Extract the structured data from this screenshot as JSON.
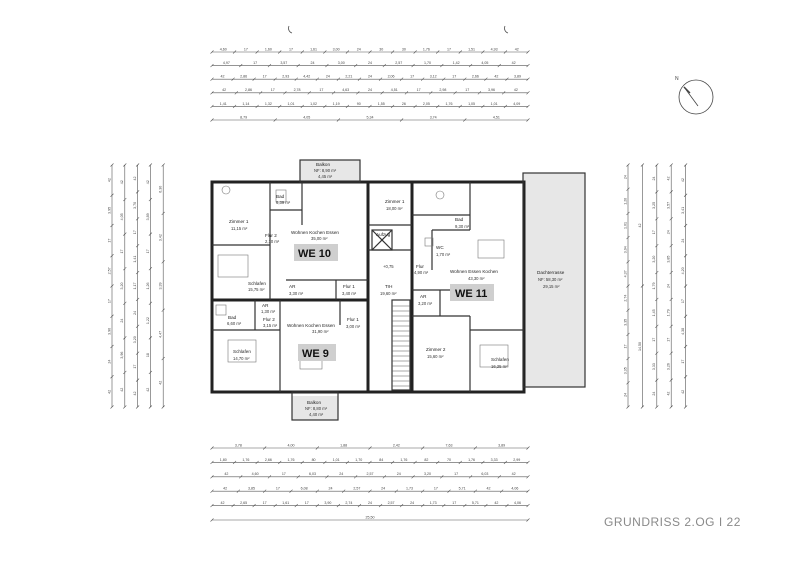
{
  "sheet_title": "GRUNDRISS 2.OG I 22",
  "units": {
    "we10": "WE 10",
    "we11": "WE 11",
    "we9": "WE 9"
  },
  "rooms": {
    "balkon_top_name": "Balkon",
    "balkon_top_area1": "NF: 8,90 m²",
    "balkon_top_area2": "4,45 m²",
    "zimmer1_left_name": "Zimmer 1",
    "zimmer1_left_area": "11,15 m²",
    "bad_we10_name": "Bad",
    "bad_we10_area": "6,39 m²",
    "wohnen_we10_name": "Wohnen Kochen Essen",
    "wohnen_we10_area": "35,00 m²",
    "flur2_we10_name": "Flur 2",
    "flur2_we10_area": "2,10 m²",
    "schlafen_we10_name": "Schlafen",
    "schlafen_we10_area": "15,75 m²",
    "abst_we10_name": "AR",
    "abst_we10_area": "3,30 m²",
    "flur1_we10_name": "Flur 1",
    "flur1_we10_area": "3,40 m²",
    "zimmer1_mid_name": "Zimmer 1",
    "zimmer1_mid_area": "18,00 m²",
    "aufzug_name": "Aufzug",
    "th_level": "+0,75",
    "th_name": "TrH",
    "th_area": "19,60 m²",
    "flur_we11_name": "Flur",
    "flur_we11_area": "4,90 m²",
    "bad_we11_name": "Bad",
    "bad_we11_area": "9,30 m²",
    "wc_we11_name": "WC",
    "wc_we11_area": "1,70 m²",
    "wohnen_we11_name": "Wohnen Essen Kochen",
    "wohnen_we11_area": "43,30 m²",
    "ar_we11_name": "AR",
    "ar_we11_area": "3,20 m²",
    "zimmer2_name": "Zimmer 2",
    "zimmer2_area": "15,60 m²",
    "schlafen_we11_name": "Schlafen",
    "schlafen_we11_area": "16,25 m²",
    "dachterrasse_name": "Dachterrasse",
    "dachterrasse_area1": "NF: 58,30 m²",
    "dachterrasse_area2": "29,15 m²",
    "bad_we9_name": "Bad",
    "bad_we9_area": "6,60 m²",
    "ar_we9_name": "AR",
    "ar_we9_area": "1,30 m²",
    "flur2_we9_name": "Flur 2",
    "flur2_we9_area": "3,15 m²",
    "wohnen_we9_name": "Wohnen Kochen Essen",
    "wohnen_we9_area": "31,90 m²",
    "flur1_we9_name": "Flur 1",
    "flur1_we9_area": "3,00 m²",
    "schlafen_we9_name": "Schlafen",
    "schlafen_we9_area": "14,70 m²",
    "balkon_bot_name": "Balkon",
    "balkon_bot_area1": "NF: 8,80 m²",
    "balkon_bot_area2": "4,40 m²"
  },
  "dims": {
    "top": [
      [
        "4,60",
        "17",
        "1,60",
        "17",
        "1,61",
        "3,00",
        "24",
        "30",
        "30",
        "1,76",
        "17",
        "1,51",
        "4,93",
        "42"
      ],
      [
        "4,97",
        "17",
        "3,57",
        "24",
        "3,00",
        "24",
        "2,57",
        "1,70",
        "1,42",
        "4,05",
        "42"
      ],
      [
        "42",
        "2,86",
        "17",
        "2,93",
        "4,42",
        "24",
        "2,21",
        "24",
        "2,06",
        "17",
        "3,12",
        "17",
        "2,66",
        "42",
        "3,89"
      ],
      [
        "42",
        "2,86",
        "17",
        "2,78",
        "17",
        "4,63",
        "24",
        "4,51",
        "17",
        "2,98",
        "17",
        "3,96",
        "42"
      ],
      [
        "1,41",
        "1,14",
        "1,32",
        "1,01",
        "1,02",
        "1,19",
        "90",
        "1,55",
        "26",
        "2,05",
        "1,76",
        "1,05",
        "1,01",
        "4,09"
      ],
      [
        "8,79",
        "4,05",
        "5,34",
        "3,74",
        "4,51"
      ]
    ],
    "bottom": [
      [
        "3,78",
        "4,00",
        "1,88",
        "2,42",
        "7,63",
        "3,89"
      ],
      [
        "1,80",
        "1,76",
        "2,66",
        "1,76",
        "80",
        "1,01",
        "1,70",
        "84",
        "1,76",
        "82",
        "70",
        "1,76",
        "3,33",
        "2,99"
      ],
      [
        "42",
        "4,60",
        "17",
        "6,03",
        "24",
        "2,57",
        "24",
        "3,20",
        "17",
        "6,03",
        "42"
      ],
      [
        "42",
        "3,85",
        "17",
        "6,08",
        "24",
        "2,57",
        "24",
        "1,73",
        "17",
        "5,71",
        "42",
        "4,06"
      ],
      [
        "42",
        "2,65",
        "17",
        "1,61",
        "17",
        "3,90",
        "2,74",
        "24",
        "2,57",
        "24",
        "1,73",
        "17",
        "5,71",
        "42",
        "4,06"
      ],
      [
        "25,50"
      ]
    ],
    "left": [
      [
        "42",
        "3,95",
        "17",
        "2,57",
        "17",
        "3,90",
        "24",
        "42"
      ],
      [
        "42",
        "4,05",
        "17",
        "3,20",
        "24",
        "3,96",
        "42"
      ],
      [
        "42",
        "3,70",
        "17",
        "1,41",
        "1,17",
        "24",
        "3,20",
        "17",
        "42"
      ],
      [
        "42",
        "3,89",
        "17",
        "1,26",
        "1,22",
        "18",
        "42"
      ],
      [
        "6,30",
        "3,42",
        "3,39",
        "4,47",
        "42"
      ]
    ],
    "right": [
      [
        "24",
        "1,20",
        "1,01",
        "3,04",
        "4,37",
        "2,74",
        "3,35",
        "17",
        "3,35",
        "24"
      ],
      [
        "42",
        "14,50"
      ],
      [
        "24",
        "3,25",
        "17",
        "3,20",
        "1,79",
        "1,45",
        "17",
        "3,33",
        "24"
      ],
      [
        "42",
        "3,57",
        "24",
        "3,85",
        "24",
        "1,79",
        "17",
        "3,26",
        "42"
      ],
      [
        "42",
        "3,41",
        "24",
        "4,20",
        "17",
        "4,38",
        "17",
        "42"
      ]
    ]
  },
  "colors": {
    "walls": "#222222",
    "gray_area": "#e7e7e7",
    "unit_badge": "#cfcfcf",
    "title": "#8a8a8a"
  }
}
